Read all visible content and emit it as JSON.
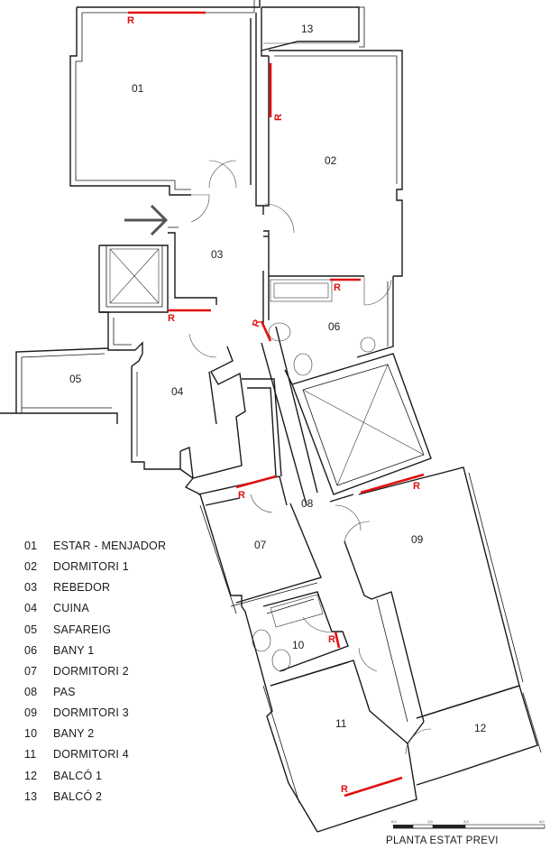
{
  "rooms": [
    {
      "num": "01",
      "name": "ESTAR - MENJADOR"
    },
    {
      "num": "02",
      "name": "DORMITORI 1"
    },
    {
      "num": "03",
      "name": "REBEDOR"
    },
    {
      "num": "04",
      "name": "CUINA"
    },
    {
      "num": "05",
      "name": "SAFAREIG"
    },
    {
      "num": "06",
      "name": "BANY 1"
    },
    {
      "num": "07",
      "name": "DORMITORI 2"
    },
    {
      "num": "08",
      "name": "PAS"
    },
    {
      "num": "09",
      "name": "DORMITORI 3"
    },
    {
      "num": "10",
      "name": "BANY 2"
    },
    {
      "num": "11",
      "name": "DORMITORI 4"
    },
    {
      "num": "12",
      "name": "BALCÓ 1"
    },
    {
      "num": "13",
      "name": "BALCÓ 2"
    }
  ],
  "radiator_label": "R",
  "scale_bar": {
    "ticks": [
      "0,0",
      "1,0",
      "2,0",
      "4,0"
    ]
  },
  "title": "PLANTA ESTAT PREVI",
  "colors": {
    "walls": "#1a1a1a",
    "radiator": "#e01010"
  }
}
